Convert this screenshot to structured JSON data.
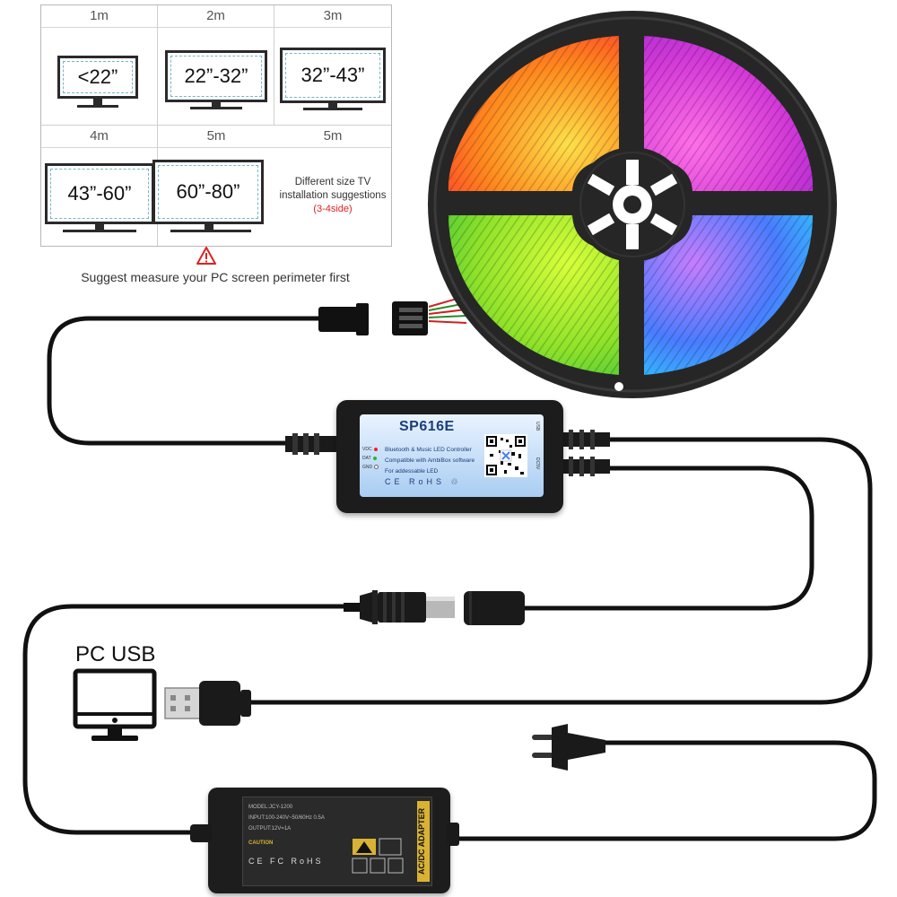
{
  "size_guide": {
    "cells": [
      {
        "length": "1m",
        "size": "<22”"
      },
      {
        "length": "2m",
        "size": "22”-32”"
      },
      {
        "length": "3m",
        "size": "32”-43”"
      },
      {
        "length": "4m",
        "size": "43”-60”"
      },
      {
        "length": "5m",
        "size": "60”-80”"
      }
    ],
    "note_length": "5m",
    "note_line1": "Different size TV",
    "note_line2": "installation suggestions",
    "note_sides": "(3-4side)",
    "warning_text": "Suggest measure your PC screen perimeter first"
  },
  "pc_label": "PC USB",
  "controller": {
    "model": "SP616E",
    "line1": "Bluetooth & Music LED Controller",
    "line2": "Compatible with AmbiBox software",
    "line3": "For addessable LED",
    "led_vdc": "VDC",
    "led_dat": "DAT",
    "led_gnd": "GND",
    "certs": "CE RoHS ♲",
    "port_usb": "USB",
    "port_dc": "DC5V"
  },
  "adapter": {
    "title": "AC/DC ADAPTER",
    "model": "MODEL:JCY-1200",
    "input": "INPUT:100-240V~50/60Hz 0.5A",
    "output": "OUTPUT:12V=1A",
    "caution": "CAUTION",
    "marks": "CE FC RoHS"
  },
  "colors": {
    "strip_orange": "#ff7a1a",
    "strip_magenta": "#e23ad6",
    "strip_green": "#8de02a",
    "strip_blue": "#3a7bff",
    "controller_label": "#a9cdf2",
    "warning": "#d22222"
  }
}
